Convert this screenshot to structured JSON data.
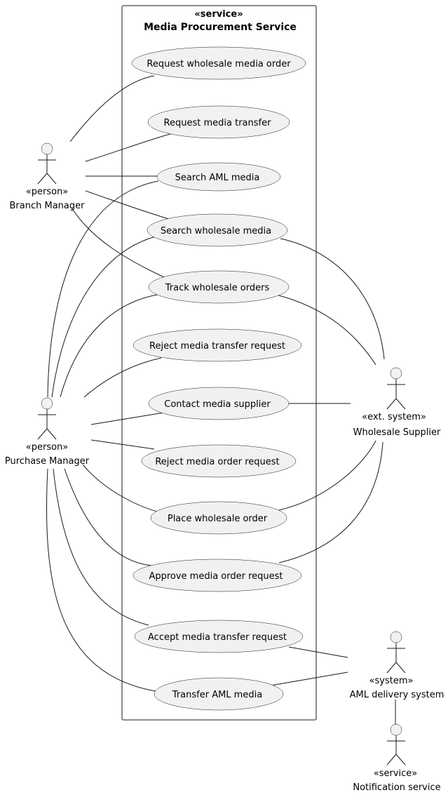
{
  "system": {
    "stereotype": "«service»",
    "name": "Media Procurement Service"
  },
  "use_cases": [
    "Request wholesale media order",
    "Request media transfer",
    "Search AML media",
    "Search wholesale media",
    "Track wholesale orders",
    "Reject media transfer request",
    "Contact media supplier",
    "Reject media order request",
    "Place wholesale order",
    "Approve media order request",
    "Accept media transfer request",
    "Transfer AML media"
  ],
  "actors": {
    "branch_manager": {
      "stereotype": "«person»",
      "name": "Branch Manager"
    },
    "purchase_manager": {
      "stereotype": "«person»",
      "name": "Purchase Manager"
    },
    "wholesale_supplier": {
      "stereotype": "«ext. system»",
      "name": "Wholesale Supplier"
    },
    "aml_delivery_system": {
      "stereotype": "«system»",
      "name": "AML delivery system"
    },
    "notification_service": {
      "stereotype": "«service»",
      "name": "Notification service"
    }
  },
  "colors": {
    "element_fill": "#f1f1f1",
    "stroke": "#181818"
  }
}
